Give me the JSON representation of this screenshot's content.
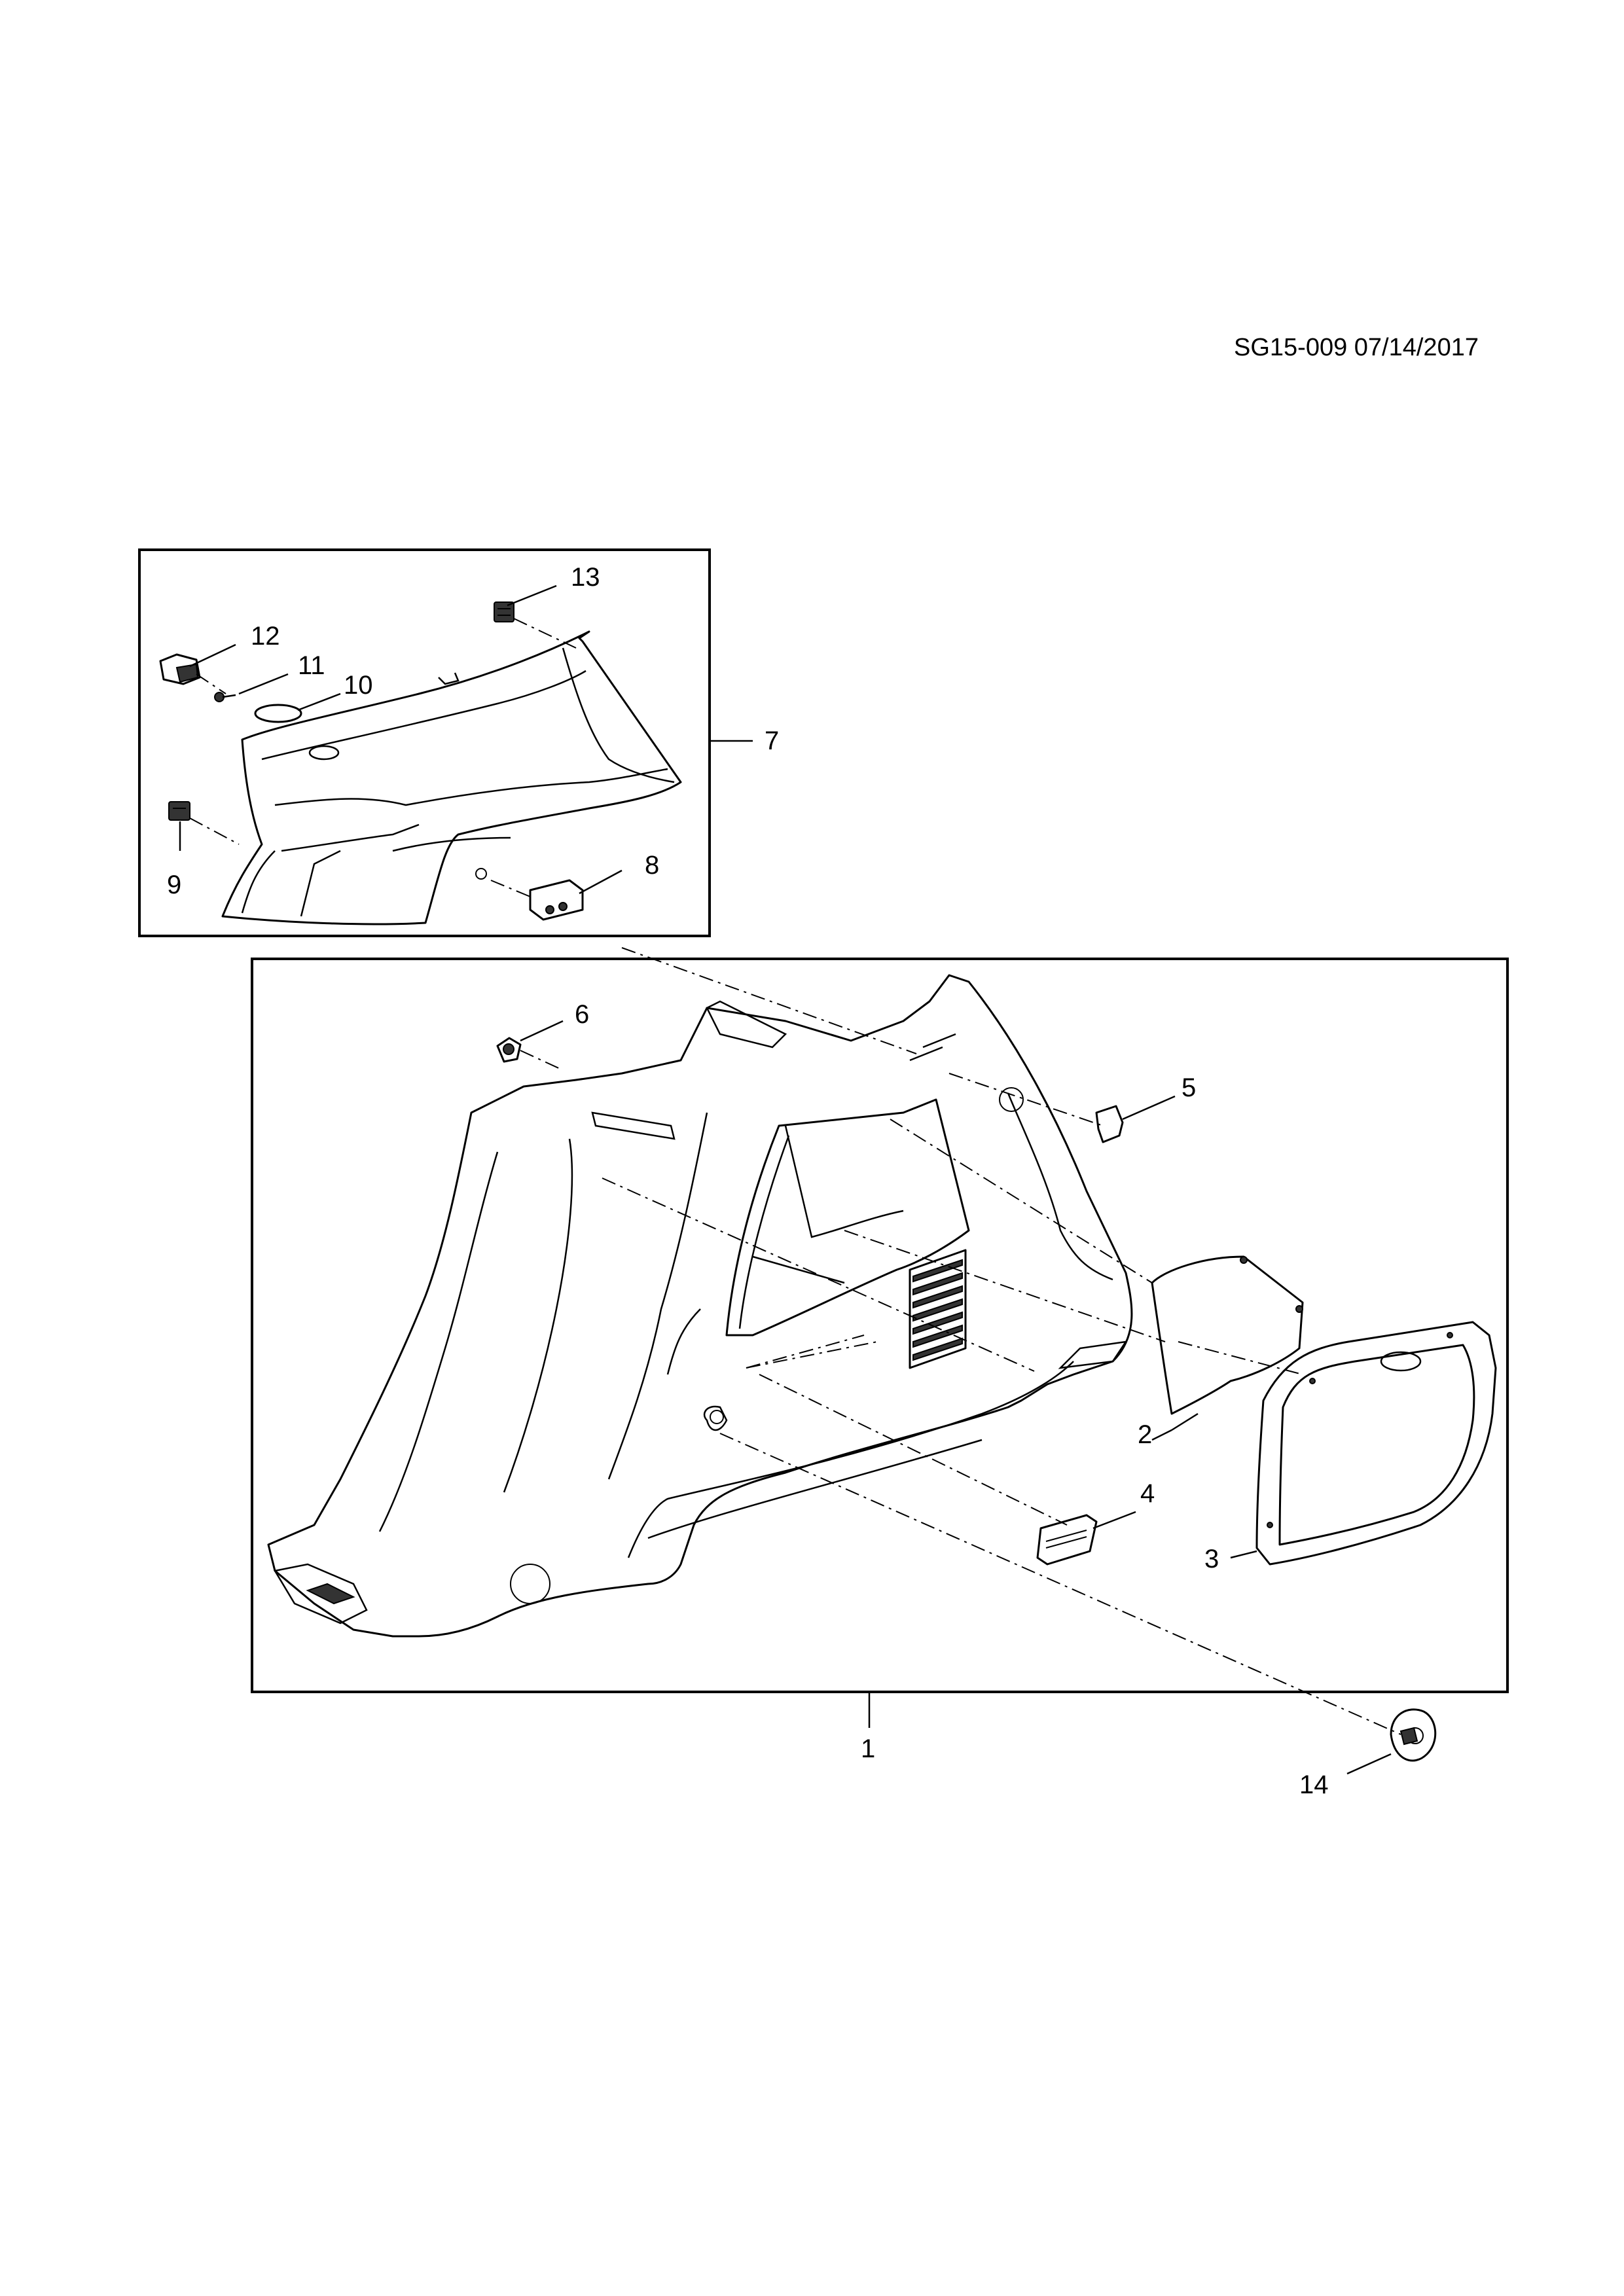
{
  "document_id": "SG15-009 07/14/2017",
  "callouts": {
    "c1": "1",
    "c2": "2",
    "c3": "3",
    "c4": "4",
    "c5": "5",
    "c6": "6",
    "c7": "7",
    "c8": "8",
    "c9": "9",
    "c10": "10",
    "c11": "11",
    "c12": "12",
    "c13": "13",
    "c14": "14"
  }
}
